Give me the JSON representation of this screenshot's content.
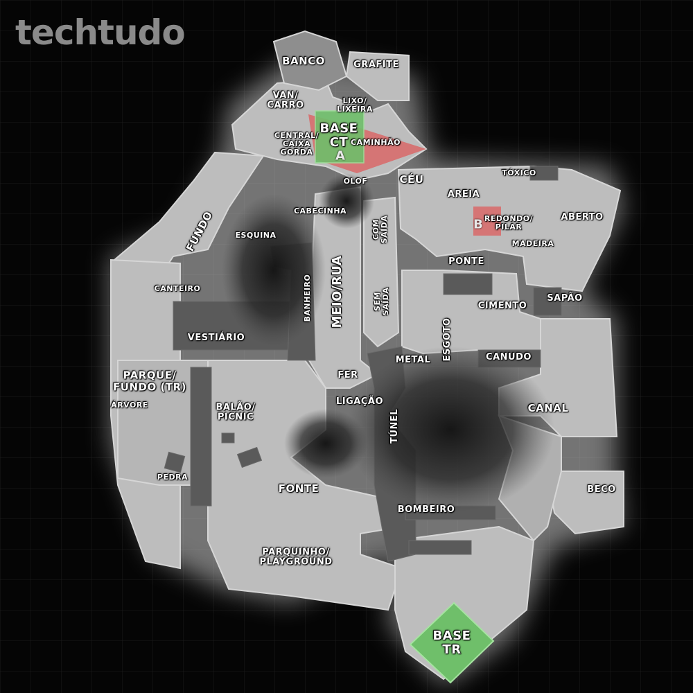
{
  "logo": {
    "text": "techtudo"
  },
  "colors": {
    "background": "#050505",
    "floor": "#bdbdbd",
    "floor_dark": "#9a9a9a",
    "building": "#5a5a5a",
    "site_green": "#6fbf6a",
    "site_red": "#d96868"
  },
  "sites": {
    "a_letter": "A",
    "b_letter": "B"
  },
  "labels": {
    "banco": "BANCO",
    "grafite": "GRAFITE",
    "van_carro": "VAN/\nCARRO",
    "lixo_lixeira": "LIXO/\nLIXEIRA",
    "base_ct": "BASE\nCT",
    "central_caixa_gorda": "CENTRAL/\nCAIXA\nGORDA",
    "caminhao": "CAMINHÃO",
    "olof": "OLOF",
    "ceu": "CÉU",
    "toxico": "TÓXICO",
    "areia": "AREIA",
    "redondo_pilar": "REDONDO/\nPILAR",
    "aberto": "ABERTO",
    "madeira": "MADEIRA",
    "fundo": "FUNDO",
    "cabecinha": "CABECINHA",
    "com_saida": "COM\nSAÍDA",
    "esquina": "ESQUINA",
    "meio_rua": "MEIO/RUA",
    "ponte": "PONTE",
    "canteiro": "CANTEIRO",
    "banheiro": "BANHEIRO",
    "sem_saida": "SEM\nSAÍDA",
    "cimento": "CIMENTO",
    "sapao": "SAPÃO",
    "vestiario": "VESTIÁRIO",
    "esgoto": "ESGOTO",
    "metal": "METAL",
    "canudo": "CANUDO",
    "parque_fundo_tr": "PARQUE/\nFUNDO (TR)",
    "fer": "FER",
    "arvore": "ÁRVORE",
    "balao_picnic": "BALÃO/\nPICNIC",
    "ligacao": "LIGAÇÃO",
    "tunel": "TÚNEL",
    "canal": "CANAL",
    "pedra": "PEDRA",
    "fonte": "FONTE",
    "beco": "BECO",
    "bombeiro": "BOMBEIRO",
    "parquinho_playground": "PARQUINHO/\nPLAYGROUND",
    "base_tr": "BASE\nTR"
  }
}
